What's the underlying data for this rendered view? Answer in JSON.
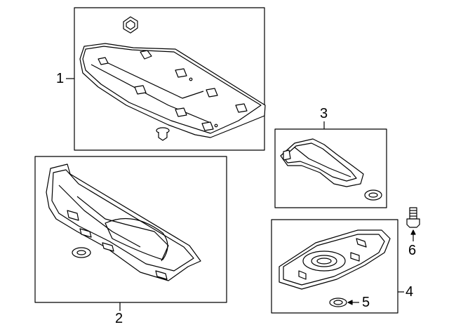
{
  "diagram": {
    "callouts": [
      {
        "id": "1",
        "text": "1"
      },
      {
        "id": "2",
        "text": "2"
      },
      {
        "id": "3",
        "text": "3"
      },
      {
        "id": "4",
        "text": "4"
      },
      {
        "id": "5",
        "text": "5"
      },
      {
        "id": "6",
        "text": "6"
      }
    ],
    "colors": {
      "line": "#000000",
      "fill": "#ffffff",
      "hatch": "#000000"
    }
  }
}
